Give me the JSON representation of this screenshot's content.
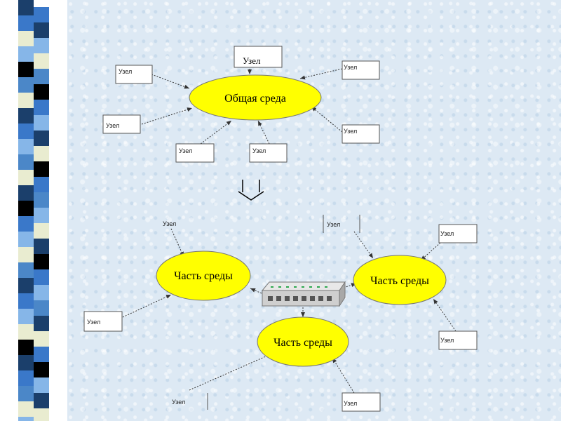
{
  "colors": {
    "ellipse_fill": "#ffff00",
    "ellipse_stroke": "#777777",
    "box_fill": "#ffffff",
    "box_stroke": "#555555",
    "arrow": "#333333",
    "background": "#dde9f4",
    "stripe_palette": [
      "#1b3f6b",
      "#3a78c9",
      "#e9ecd0",
      "#86b6e8",
      "#000000",
      "#4b87c8",
      "#ffffff",
      "#2b5f9a"
    ]
  },
  "top": {
    "ellipse_label": "Общая среда",
    "nodes": [
      "Узел",
      "Узел",
      "Узел",
      "Узел",
      "Узел",
      "Узел",
      "Узел"
    ]
  },
  "bottom": {
    "segments": [
      "Часть среды",
      "Часть среды",
      "Часть среды"
    ],
    "nodes": [
      "Узел",
      "Узел",
      "Узел",
      "Узел",
      "Узел",
      "Узел"
    ],
    "hub_icon": "network-hub-icon"
  },
  "transition_icon": "down-arrow-icon"
}
